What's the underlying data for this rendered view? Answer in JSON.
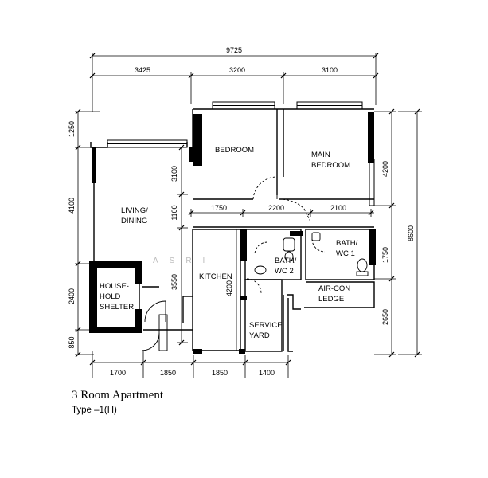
{
  "rooms": {
    "bedroom": "BEDROOM",
    "main_bedroom_1": "MAIN",
    "main_bedroom_2": "BEDROOM",
    "living_1": "LIVING/",
    "living_2": "DINING",
    "shelter_1": "HOUSE-",
    "shelter_2": "HOLD",
    "shelter_3": "SHELTER",
    "kitchen": "KITCHEN",
    "bath2_1": "BATH/",
    "bath2_2": "WC  2",
    "bath1_1": "BATH/",
    "bath1_2": "WC  1",
    "aircon_1": "AIR-CON",
    "aircon_2": "LEDGE",
    "service_1": "SERVICE",
    "service_2": "YARD"
  },
  "dimensions": {
    "overall_width": "9725",
    "top_1": "3425",
    "top_2": "3200",
    "top_3": "3100",
    "mid_1": "1750",
    "mid_2": "2200",
    "mid_3": "2100",
    "bottom_1": "1700",
    "bottom_2": "1850",
    "bottom_3": "1850",
    "bottom_4": "1400",
    "left_1": "1250",
    "left_2": "4100",
    "left_3": "2400",
    "left_4": "850",
    "inner_1": "3100",
    "inner_2": "1100",
    "inner_3": "3550",
    "inner_4": "4200",
    "right_1": "4200",
    "right_2": "1750",
    "right_3": "2650",
    "overall_height": "8600"
  },
  "watermark": "ASRI",
  "caption": {
    "title": "3 Room Apartment",
    "subtitle": "Type  –1(H)"
  }
}
